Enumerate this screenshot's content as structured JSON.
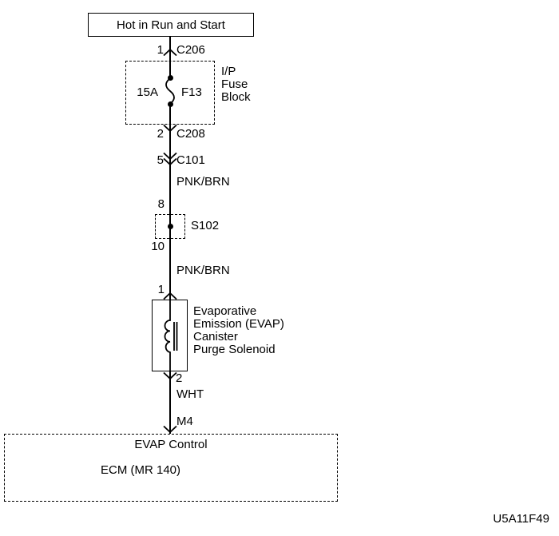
{
  "diagram": {
    "title": "Hot in Run and Start",
    "footer_code": "U5A11F49",
    "fuse_block": {
      "pin_top": "1",
      "connector_top": "C206",
      "amp_rating": "15A",
      "fuse_id": "F13",
      "label_line1": "I/P",
      "label_line2": "Fuse",
      "label_line3": "Block",
      "pin_bottom": "2",
      "connector_bottom": "C208"
    },
    "inline_connector": {
      "pin": "5",
      "name": "C101"
    },
    "wire_upper": "PNK/BRN",
    "splice": {
      "pin_in": "8",
      "name": "S102",
      "pin_out": "10"
    },
    "wire_middle": "PNK/BRN",
    "solenoid": {
      "pin_in": "1",
      "label_line1": "Evaporative",
      "label_line2": "Emission (EVAP)",
      "label_line3": "Canister",
      "label_line4": "Purge Solenoid",
      "pin_out": "2"
    },
    "wire_lower": "WHT",
    "ecm": {
      "connector": "M4",
      "input_label": "EVAP Control",
      "name": "ECM (MR 140)"
    }
  }
}
